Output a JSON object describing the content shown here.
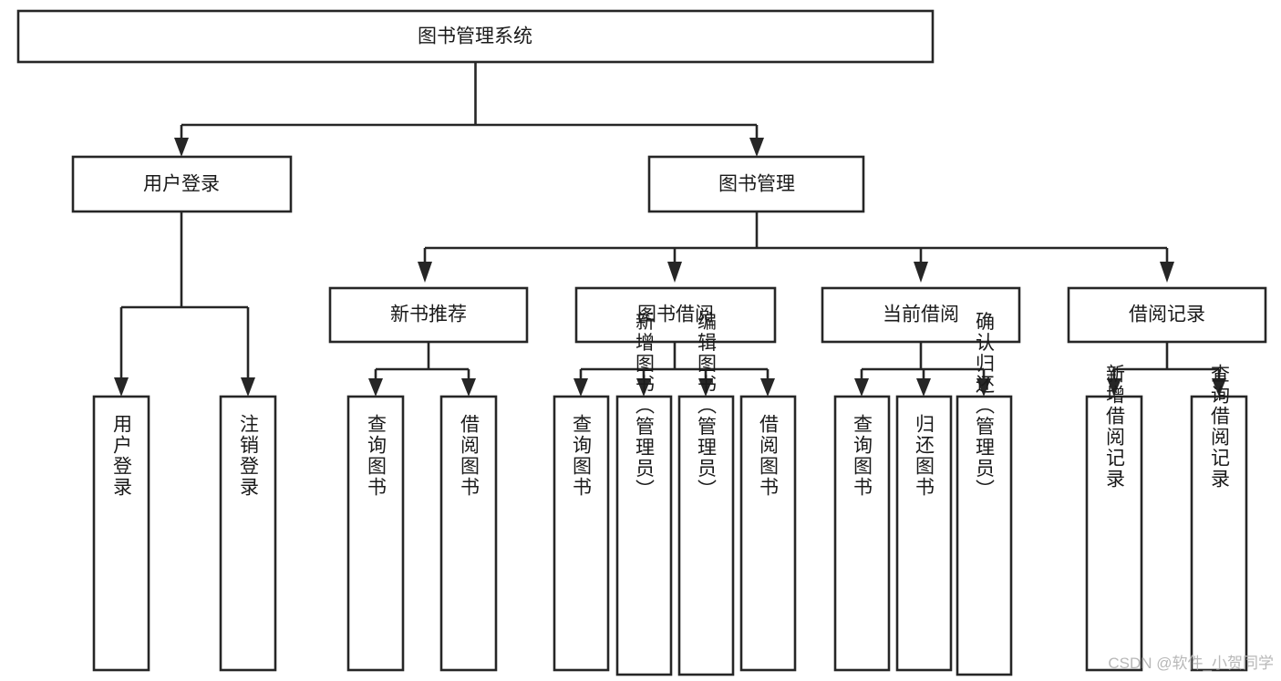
{
  "diagram": {
    "type": "tree-flowchart",
    "title": "图书管理系统",
    "orientation": "top-down",
    "colors": {
      "box_stroke": "#262626",
      "box_fill": "#ffffff",
      "text": "#1a1a1a",
      "background": "#ffffff",
      "watermark": "#b8b8b8"
    },
    "levels": {
      "root": {
        "label": "图书管理系统"
      },
      "level2": [
        {
          "label": "用户登录"
        },
        {
          "label": "图书管理"
        }
      ],
      "level3": [
        {
          "label": "新书推荐"
        },
        {
          "label": "图书借阅"
        },
        {
          "label": "当前借阅"
        },
        {
          "label": "借阅记录"
        }
      ],
      "leaves": [
        {
          "label": "用户登录",
          "parent": "用户登录"
        },
        {
          "label": "注销登录",
          "parent": "用户登录"
        },
        {
          "label": "查询图书",
          "parent": "新书推荐"
        },
        {
          "label": "借阅图书",
          "parent": "新书推荐"
        },
        {
          "label": "查询图书",
          "parent": "图书借阅"
        },
        {
          "label": "新增图书（管理员）",
          "parent": "图书借阅"
        },
        {
          "label": "编辑图书（管理员）",
          "parent": "图书借阅"
        },
        {
          "label": "借阅图书",
          "parent": "图书借阅"
        },
        {
          "label": "查询图书",
          "parent": "当前借阅"
        },
        {
          "label": "归还图书",
          "parent": "当前借阅"
        },
        {
          "label": "确认归还（管理员）",
          "parent": "当前借阅"
        },
        {
          "label": "新增借阅记录",
          "parent": "借阅记录"
        },
        {
          "label": "查询借阅记录",
          "parent": "借阅记录"
        }
      ]
    }
  },
  "watermark": {
    "text": "CSDN @软件_小贺同学"
  }
}
